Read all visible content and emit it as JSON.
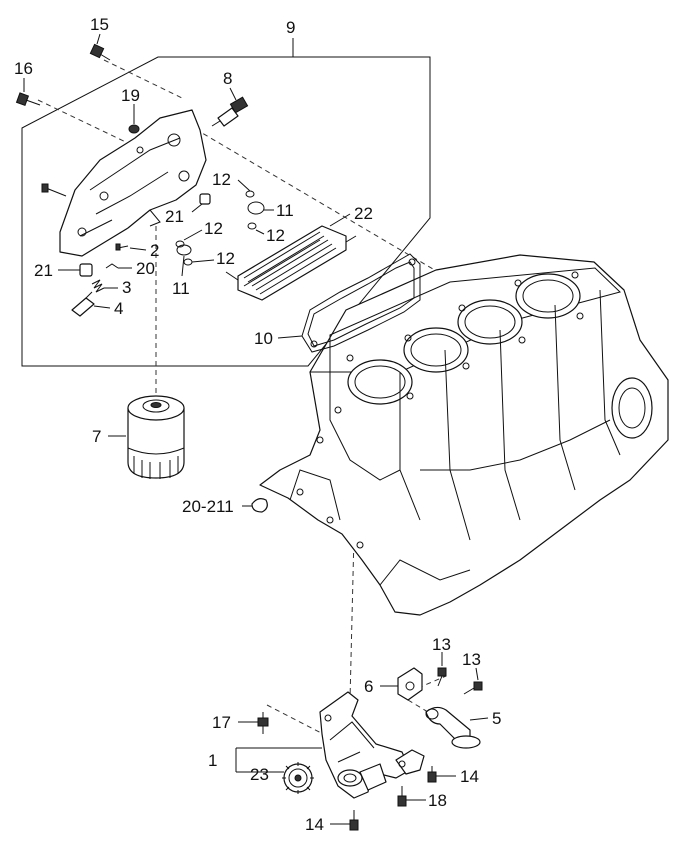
{
  "diagram": {
    "callouts": {
      "c15": "15",
      "c16": "16",
      "c9": "9",
      "c8": "8",
      "c19": "19",
      "c12a": "12",
      "c11a": "11",
      "c12b": "12",
      "c21a": "21",
      "c12c": "12",
      "c2": "2",
      "c12d": "12",
      "c22": "22",
      "c21b": "21",
      "c20": "20",
      "c11b": "11",
      "c3": "3",
      "c4": "4",
      "c10": "10",
      "c7": "7",
      "c20_211": "20-211",
      "c13a": "13",
      "c13b": "13",
      "c6": "6",
      "c17": "17",
      "c5": "5",
      "c1": "1",
      "c23": "23",
      "c14a": "14",
      "c18": "18",
      "c14b": "14"
    }
  }
}
